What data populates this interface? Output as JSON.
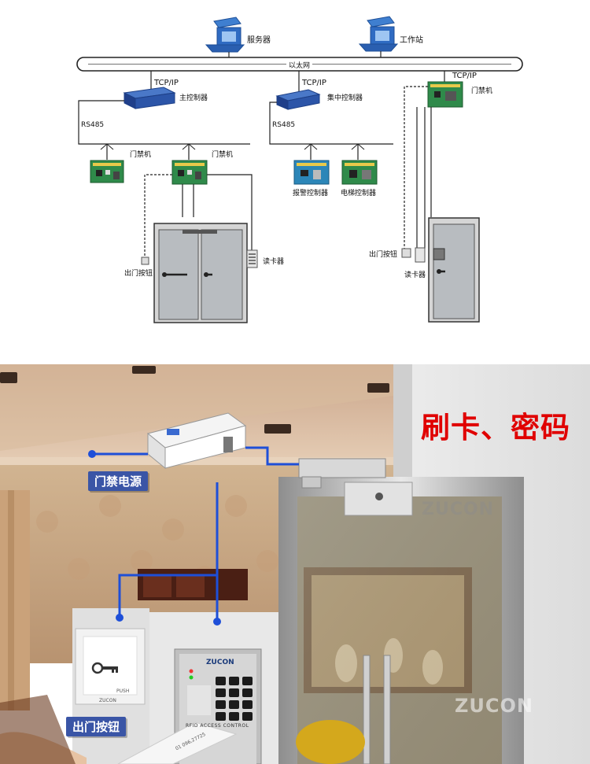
{
  "diagram": {
    "server_label": "服务器",
    "workstation_label": "工作站",
    "ethernet_label": "以太网",
    "tcpip_1": "TCP/IP",
    "tcpip_2": "TCP/IP",
    "tcpip_3": "TCP/IP",
    "main_controller_label": "主控制器",
    "central_controller_label": "集中控制器",
    "access_controller_right_label": "门禁机",
    "rs485_1": "RS485",
    "rs485_2": "RS485",
    "access_controller_1_label": "门禁机",
    "access_controller_2_label": "门禁机",
    "alarm_controller_label": "报警控制器",
    "elevator_controller_label": "电梯控制器",
    "exit_button_left_label": "出门按钮",
    "card_reader_left_label": "读卡器",
    "exit_button_right_label": "出门按钮",
    "card_reader_right_label": "读卡器"
  },
  "photo": {
    "headline": "刷卡、密码",
    "power_tag": "门禁电源",
    "exit_button_tag": "出门按钮",
    "watermark_main": "ZUCON",
    "watermark_top": "ZUCON",
    "keypad_brand": "ZUCON",
    "keypad_caption": "RFID ACCESS CONTROL",
    "push_label": "PUSH",
    "switch_brand": "ZUCON",
    "card_number": "01 096,27725"
  },
  "colors": {
    "headline": "#e00000",
    "wire": "#1e4fd8",
    "tag_bg": "#3a55a6"
  }
}
